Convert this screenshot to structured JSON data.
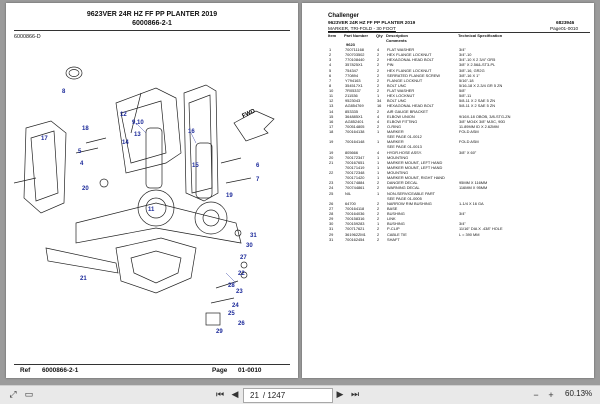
{
  "left_page": {
    "title": "9623VER 24R HZ FF PP PLANTER 2019",
    "subtitle": "6000866-2-1",
    "diagram_ref": "6000866-D",
    "fwd_label": "FWD",
    "callouts": [
      "12",
      "9,10",
      "13",
      "14",
      "16",
      "17",
      "18",
      "20",
      "21",
      "22",
      "23",
      "24",
      "25",
      "26",
      "27",
      "28",
      "29",
      "30",
      "31",
      "8",
      "11",
      "5",
      "4",
      "6",
      "7",
      "15",
      "19"
    ],
    "footer_ref_label": "Ref",
    "footer_ref_value": "6000866-2-1",
    "footer_page_label": "Page",
    "footer_page_value": "01-0010"
  },
  "right_page": {
    "brand": "Challenger",
    "title": "9623VER 24R HZ FF PP PLANTER 2019",
    "doc_code": "6823946",
    "section": "MARKER, TRI-FOLD - 30 FOOT",
    "page_ref": "Page01-0010",
    "col_item": "Item",
    "col_part": "Part Number",
    "col_qty": "Qty",
    "col_desc": "Description",
    "col_desc2": "Comments",
    "col_spec": "Technical Specification",
    "group": "9623",
    "rows": [
      [
        "1",
        "700711168",
        "4",
        "FLAT WASHER",
        "3/4\""
      ],
      [
        "2",
        "700703502",
        "2",
        "HEX FLANGE LOCKNUT",
        "3/4\"-10"
      ],
      [
        "3",
        "770108440",
        "2",
        "HEXAGONAL HEAD BOLT",
        "3/4\"-10 X 2 3/4\" GR5"
      ],
      [
        "4",
        "357825X1",
        "2",
        "PIN",
        "3/8\" X 2.56&amp;-ST3-PL"
      ],
      [
        "5",
        "754347",
        "2",
        "HEX FLANGE LOCKNUT",
        "3/8\"-16, GR2G"
      ],
      [
        "6",
        "770894",
        "2",
        "SERRATED FLANGE SCREW",
        "3/8\"-16 X 1\""
      ],
      [
        "7",
        "Y794163",
        "2",
        "FLANGE LOCKNUT",
        "5/16\"-18"
      ],
      [
        "8",
        "354517X1",
        "2",
        "BOLT UNC",
        "5/16-18 X 2-3/4 GR 5 ZN"
      ],
      [
        "10",
        "7R05337",
        "2",
        "FLAT WASHER",
        "5/8\""
      ],
      [
        "11",
        "211536",
        "1",
        "HEX LOCKNUT",
        "5/8\"-11"
      ],
      [
        "12",
        "9523043",
        "34",
        "BOLT UNC",
        "5/8-11 X 2 SAE 5 ZN"
      ],
      [
        "13",
        "AG854769",
        "16",
        "HEXAGONAL HEAD BOLT",
        "5/8-11 X 2 SAE 5 ZN"
      ],
      [
        "14",
        "853335",
        "2",
        "AIR GAUGE BRACKET",
        ""
      ],
      [
        "15",
        "364885X1",
        "4",
        "ELBOW UNION",
        "9/16X-18 OBOB, 3/8-STG-ZN"
      ],
      [
        "16",
        "AG852401",
        "4",
        "ELBOW FITTING",
        "3/8\" MO4X 3/8\" MJIC, 90D"
      ],
      [
        "17",
        "700514805",
        "2",
        "O-RING",
        "11.89MM ID X 2.62MM"
      ],
      [
        "18",
        "700164138",
        "1",
        "MARKER",
        "FOLD ASM"
      ],
      [
        "",
        "",
        "",
        "SEE PAGE 01-0012",
        ""
      ],
      [
        "19",
        "700164148",
        "1",
        "MARKER",
        "FOLD ASM"
      ],
      [
        "",
        "",
        "",
        "SEE PAGE 01-0013",
        ""
      ],
      [
        "19",
        "805666",
        "4",
        "HYDR.HOSE ASSY.",
        "3/8\" X 60\""
      ],
      [
        "20",
        "700172347",
        "1",
        "MOUNTING",
        ""
      ],
      [
        "21",
        "700167651",
        "1",
        "MARKER MOUNT, LEFT HAND",
        ""
      ],
      [
        "",
        "700171419",
        "1",
        "MARKER MOUNT, LEFT HAND",
        ""
      ],
      [
        "22",
        "700172348",
        "1",
        "MOUNTING",
        ""
      ],
      [
        "",
        "700171420",
        "1",
        "MARKER MOUNT, RIGHT HAND",
        ""
      ],
      [
        "23",
        "700174884",
        "2",
        "DANGER DECAL",
        "95MM X 116MM"
      ],
      [
        "24",
        "700744861",
        "2",
        "WARNING DECAL",
        "116MM X 95MM"
      ],
      [
        "25",
        "NIL",
        "1",
        "NON-SERVICEABLE PART",
        ""
      ],
      [
        "",
        "",
        "",
        "SEE PAGE 01-0005",
        ""
      ],
      [
        "26",
        "64700",
        "2",
        "NARROW RIM BUSHING",
        "1-1/4 X 16 GA"
      ],
      [
        "27",
        "700164118",
        "2",
        "BASE",
        ""
      ],
      [
        "28",
        "700164036",
        "2",
        "BUSHING",
        "3/4\""
      ],
      [
        "29",
        "700158316",
        "2",
        "LINK",
        ""
      ],
      [
        "30",
        "700159283",
        "1",
        "BUSHING",
        "3/4\""
      ],
      [
        "31",
        "700717621",
        "2",
        "P-CLIP",
        "11/16\" DIA X .438\" HOLE"
      ],
      [
        "29",
        "361962ZM1",
        "2",
        "CABLE TIE",
        "L = 390 MM"
      ],
      [
        "31",
        "700162454",
        "2",
        "SHAFT",
        ""
      ]
    ]
  },
  "toolbar": {
    "page_current": "21",
    "page_total": "/ 1247",
    "zoom": "60.13%"
  }
}
